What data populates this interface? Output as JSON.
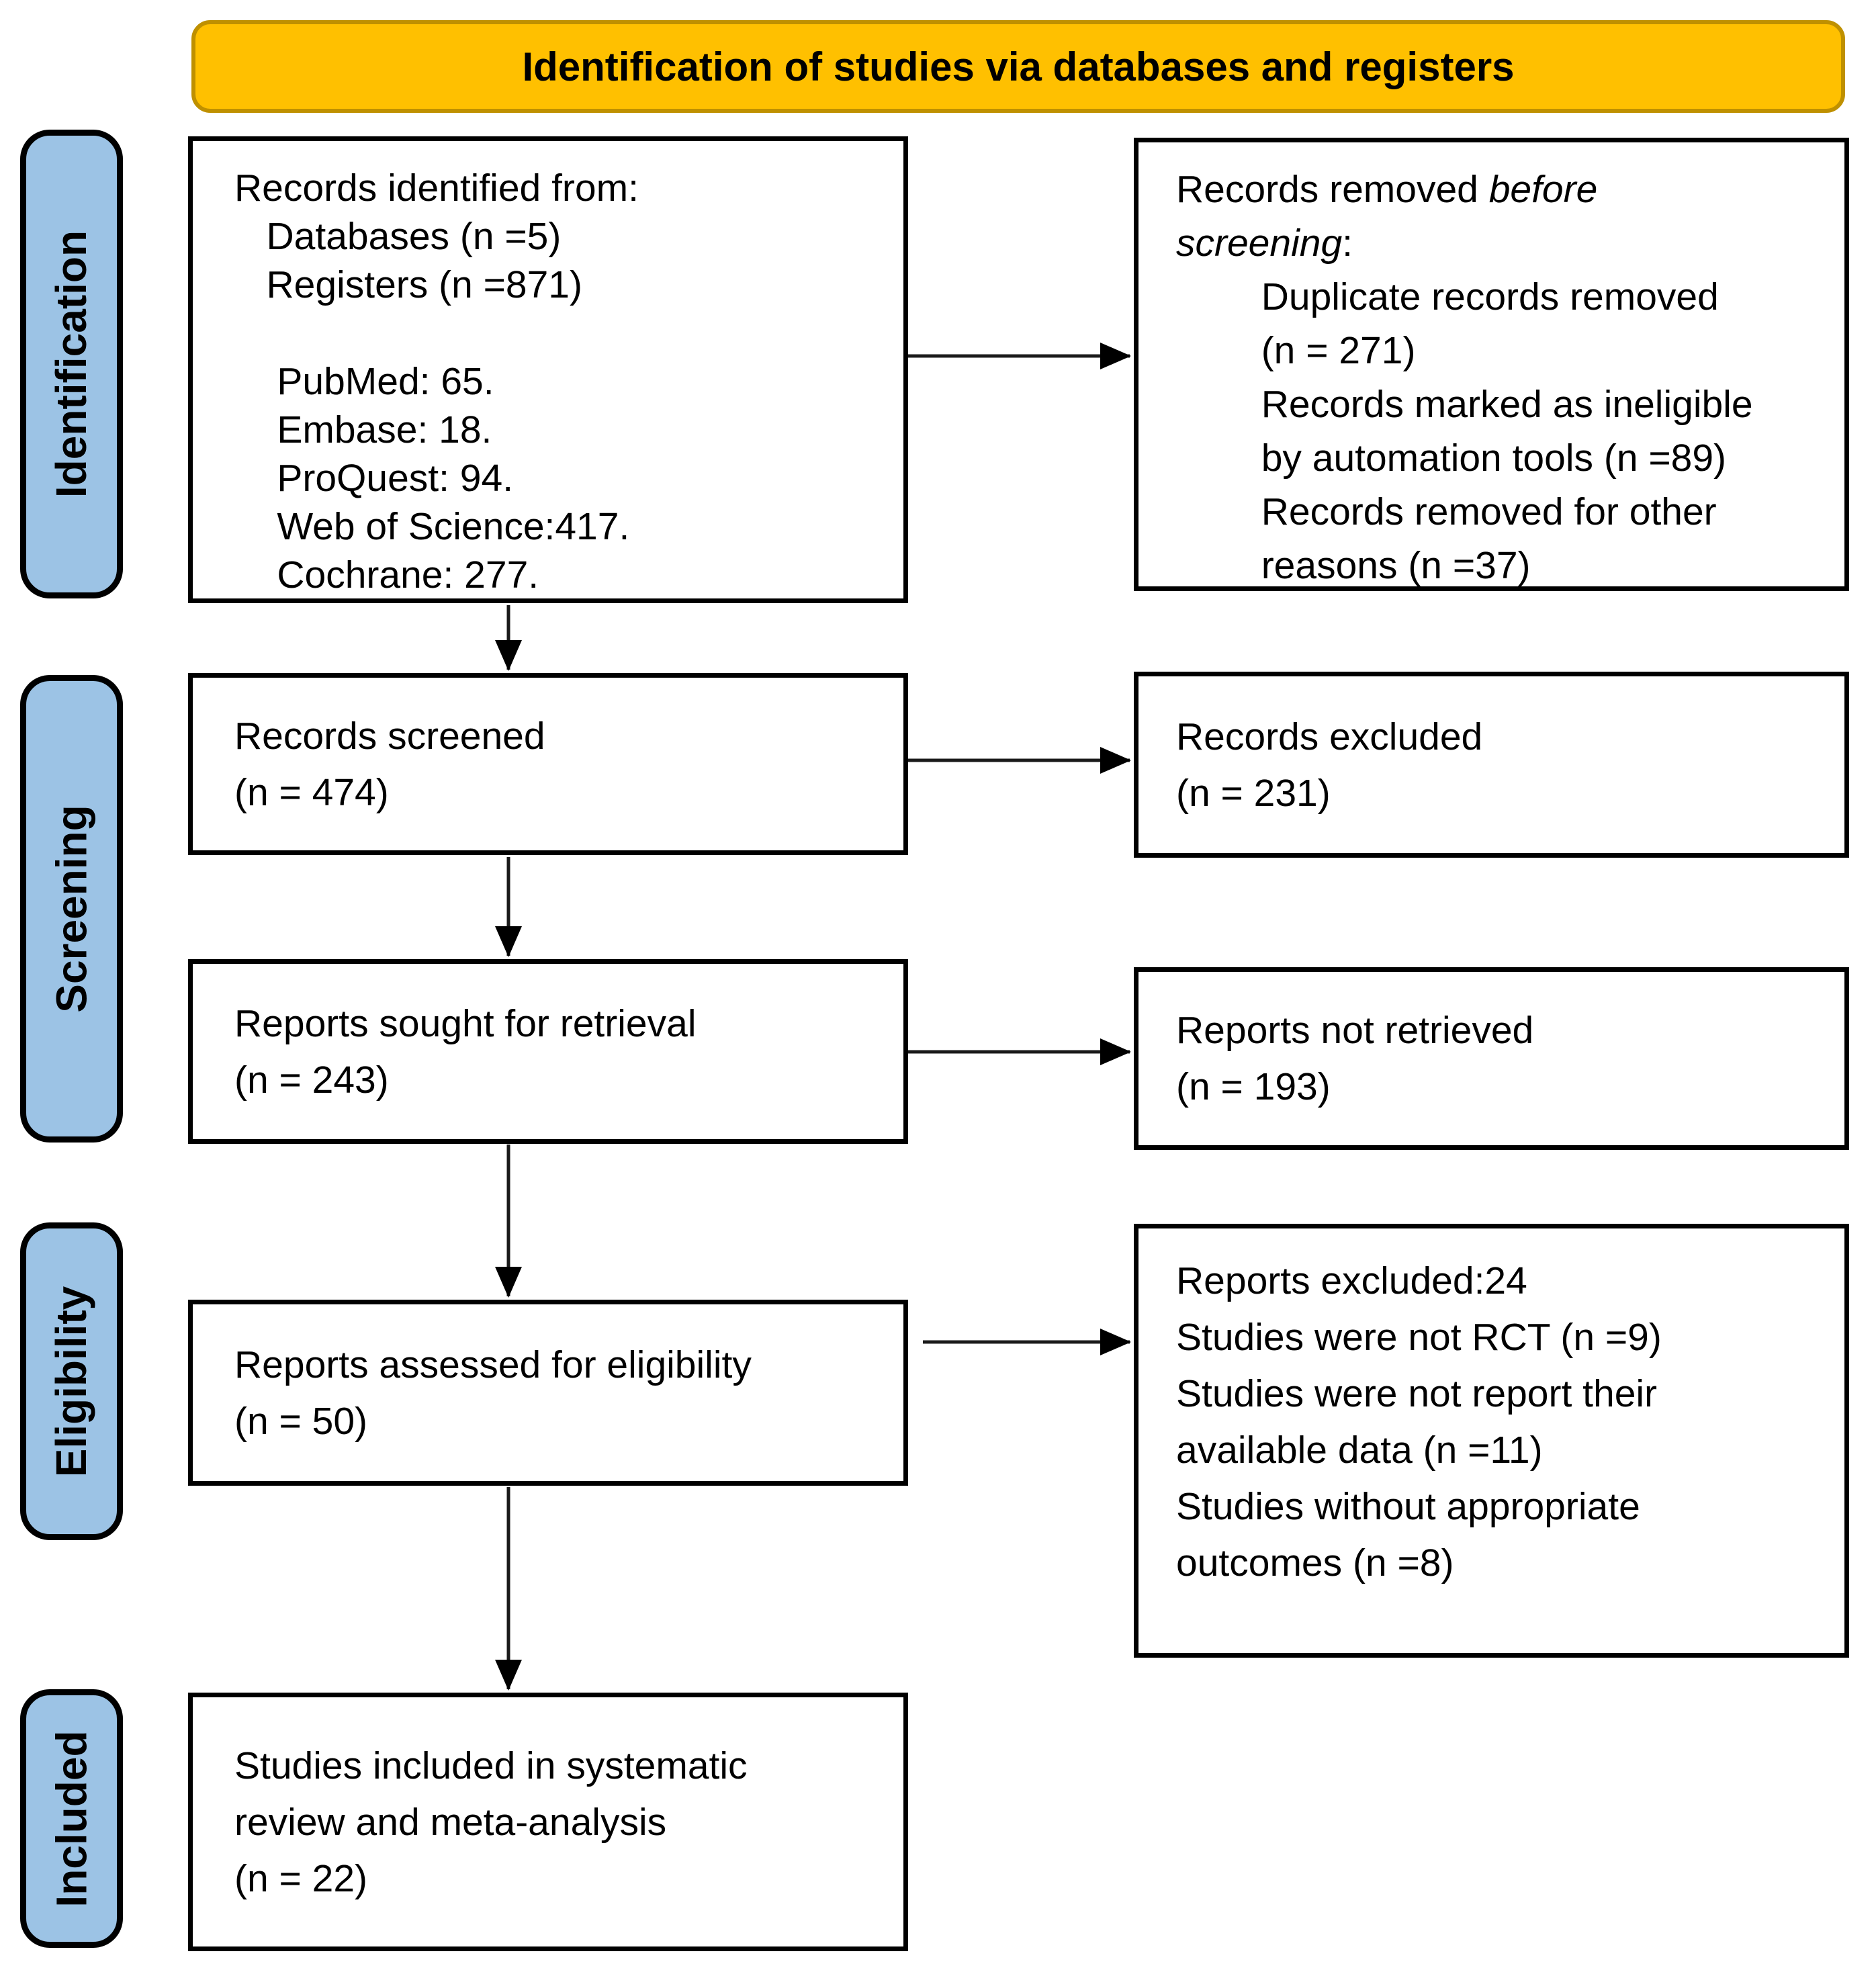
{
  "title": "Identification of studies via databases and registers",
  "colors": {
    "banner_fill": "#FFC000",
    "banner_border": "#BF9000",
    "stage_fill": "#9CC3E5",
    "stage_border": "#000000",
    "box_background": "#FFFFFF",
    "box_border": "#000000"
  },
  "stages": [
    {
      "label": "Identification"
    },
    {
      "label": "Screening"
    },
    {
      "label": "Eligibility"
    },
    {
      "label": "Included"
    }
  ],
  "boxes": {
    "records_identified": {
      "lines": [
        "Records identified from:",
        "   Databases (n =5)",
        "   Registers (n =871)",
        "",
        "    PubMed: 65.",
        "    Embase: 18.",
        "    ProQuest: 94.",
        "    Web of Science:417.",
        "    Cochrane: 277."
      ]
    },
    "records_removed": {
      "lines": [
        "Records removed *before*",
        "*screening*:",
        "        Duplicate records removed",
        "        (n = 271)",
        "        Records marked as ineligible",
        "        by automation tools (n =89)",
        "        Records removed for other",
        "        reasons (n =37)"
      ]
    },
    "records_screened": {
      "lines": [
        "Records screened",
        "(n = 474)"
      ]
    },
    "records_excluded": {
      "lines": [
        "Records excluded",
        "(n = 231)"
      ]
    },
    "reports_sought": {
      "lines": [
        "Reports sought for retrieval",
        "(n = 243)"
      ]
    },
    "reports_not_retrieved": {
      "lines": [
        "Reports not retrieved",
        "(n = 193)"
      ]
    },
    "reports_assessed": {
      "lines": [
        "Reports assessed for eligibility",
        "(n = 50)"
      ]
    },
    "reports_excluded": {
      "lines": [
        "Reports excluded:24",
        "Studies were not RCT (n =9)",
        "Studies were not report their",
        "available data (n =11)",
        "Studies without appropriate",
        "outcomes (n =8)"
      ]
    },
    "studies_included": {
      "lines": [
        "Studies included in systematic",
        "review and meta-analysis",
        "(n = 22)"
      ]
    }
  },
  "flow": [
    {
      "from": "records_identified",
      "to": "records_removed"
    },
    {
      "from": "records_identified",
      "to": "records_screened"
    },
    {
      "from": "records_screened",
      "to": "records_excluded"
    },
    {
      "from": "records_screened",
      "to": "reports_sought"
    },
    {
      "from": "reports_sought",
      "to": "reports_not_retrieved"
    },
    {
      "from": "reports_sought",
      "to": "reports_assessed"
    },
    {
      "from": "reports_assessed",
      "to": "reports_excluded"
    },
    {
      "from": "reports_assessed",
      "to": "studies_included"
    }
  ]
}
